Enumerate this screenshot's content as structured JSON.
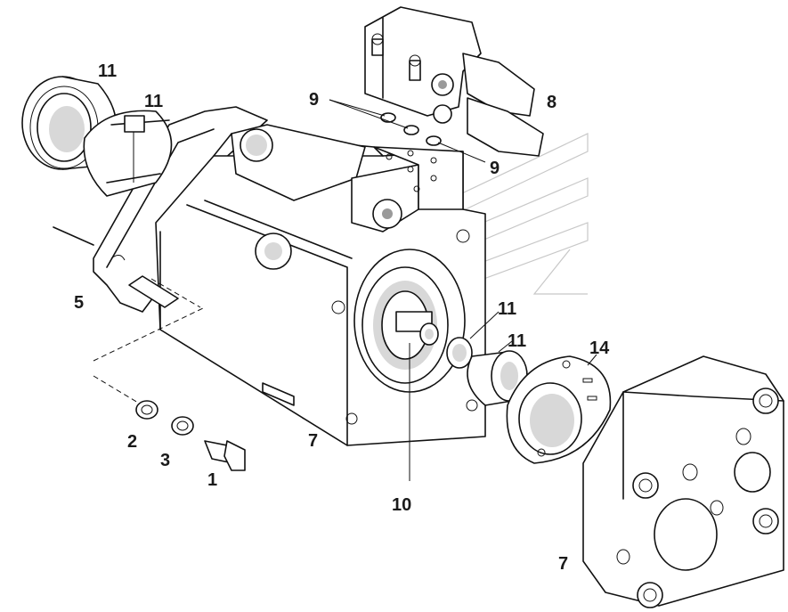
{
  "callouts": {
    "c1": "1",
    "c2": "2",
    "c3": "3",
    "c5": "5",
    "c7a": "7",
    "c7b": "7",
    "c8": "8",
    "c9a": "9",
    "c9b": "9",
    "c10": "10",
    "c11a": "11",
    "c11b": "11",
    "c11c": "11",
    "c11d": "11",
    "c14": "14"
  }
}
